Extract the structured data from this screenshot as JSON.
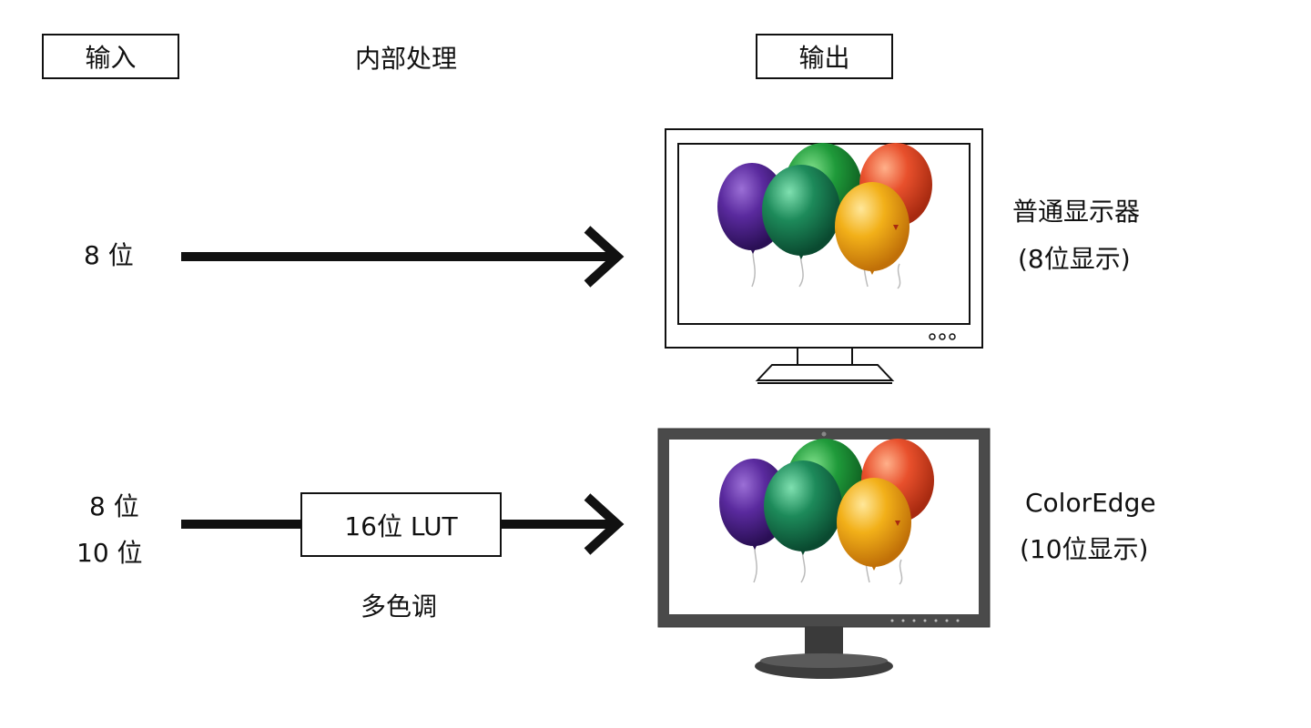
{
  "headers": {
    "input": "输入",
    "processing": "内部处理",
    "output": "输出"
  },
  "row1": {
    "input": "8 位",
    "display_name": "普通显示器",
    "display_sub": "(8位显示)"
  },
  "row2": {
    "input_a": "8 位",
    "input_b": "10 位",
    "lut_label": "16位 LUT",
    "lut_caption": "多色调",
    "display_name": "ColorEdge",
    "display_sub": "(10位显示)"
  },
  "colors": {
    "ink": "#111111",
    "monitor2_bezel": "#4a4a4a",
    "balloon_purple": "#4b1f8a",
    "balloon_green": "#1f9a3a",
    "balloon_teal": "#1d8a5a",
    "balloon_red": "#e8502c",
    "balloon_yellow": "#f2b019"
  }
}
